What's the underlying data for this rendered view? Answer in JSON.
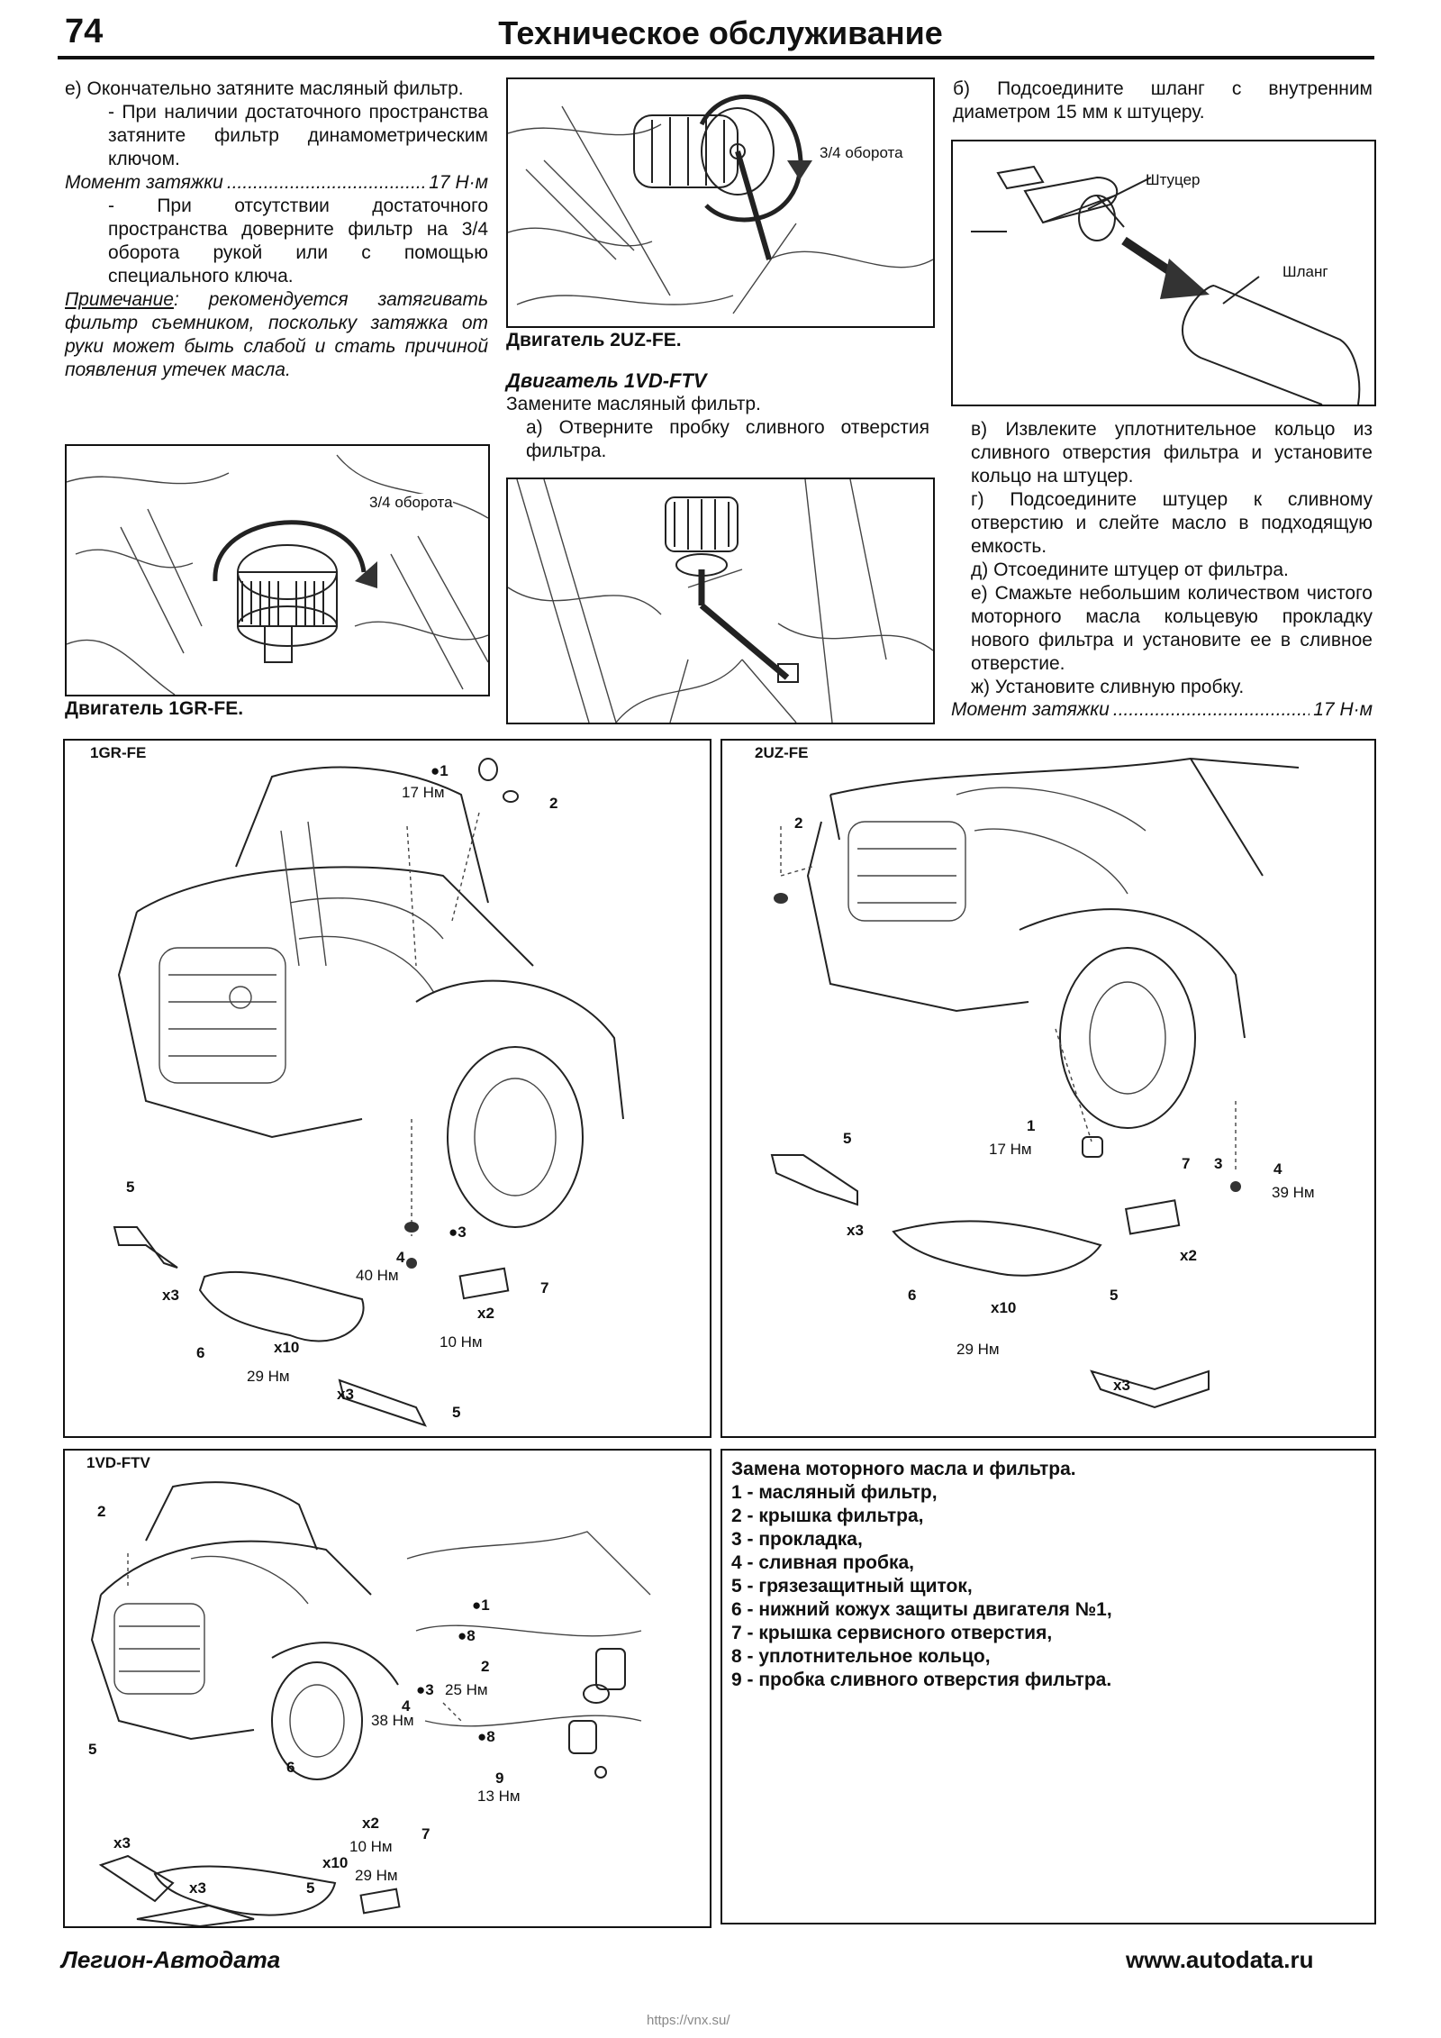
{
  "header": {
    "page_number": "74",
    "title": "Техническое обслуживание"
  },
  "left_column": {
    "step_e": "е) Окончательно затяните масляный фильтр.",
    "sub1": "- При наличии достаточного пространства затяните фильтр динамометрическим ключом.",
    "torque1_label": "Момент затяжки",
    "torque1_value": "17 Н·м",
    "sub2": "- При отсутствии достаточного пространства доверните фильтр на 3/4 оборота рукой или с помощью специального ключа.",
    "note_label": "Примечание",
    "note_text": ": рекомендуется затягивать фильтр съемником, поскольку затяжка от руки может быть слабой и стать причиной появления утечек масла.",
    "fig_label": "3/4 оборота",
    "fig_caption": "Двигатель 1GR-FE."
  },
  "middle_column": {
    "fig_label": "3/4 оборота",
    "fig_caption": "Двигатель 2UZ-FE.",
    "section_title": "Двигатель 1VD-FTV",
    "intro": "Замените масляный фильтр.",
    "step_a": "а) Отверните пробку сливного отверстия фильтра."
  },
  "right_column": {
    "step_b": "б) Подсоедините шланг с внутренним диаметром 15 мм к штуцеру.",
    "fig_label_fitting": "Штуцер",
    "fig_label_hose": "Шланг",
    "step_v": "в) Извлеките уплотнительное кольцо из сливного отверстия фильтра и установите кольцо на штуцер.",
    "step_g": "г) Подсоедините штуцер к сливному отверстию и слейте масло в подходящую емкость.",
    "step_d": "д) Отсоедините штуцер от фильтра.",
    "step_e": "е) Смажьте небольшим количеством чистого моторного масла кольцевую прокладку нового фильтра и установите ее в сливное отверстие.",
    "step_zh": "ж) Установите сливную пробку.",
    "torque_label": "Момент затяжки",
    "torque_value": "17 Н·м"
  },
  "diagram_1gr": {
    "title": "1GR-FE",
    "labels": {
      "p1": "●1",
      "t17": "17 Нм",
      "p2": "2",
      "p3": "●3",
      "p4": "4",
      "t40": "40 Нм",
      "p5a": "5",
      "x3a": "x3",
      "p6": "6",
      "x10": "x10",
      "t29": "29 Нм",
      "p7": "7",
      "x2": "x2",
      "t10": "10 Нм",
      "x3b": "x3",
      "p5b": "5"
    }
  },
  "diagram_2uz": {
    "title": "2UZ-FE",
    "labels": {
      "p2": "2",
      "p1": "1",
      "t17": "17 Нм",
      "p7": "7",
      "p3": "3",
      "p4": "4",
      "t39": "39 Нм",
      "x2": "x2",
      "p5a": "5",
      "x3a": "x3",
      "p6": "6",
      "x10": "x10",
      "t29": "29 Нм",
      "p5b": "5",
      "x3b": "x3"
    }
  },
  "diagram_1vd": {
    "title": "1VD-FTV",
    "labels": {
      "p2a": "2",
      "p1": "●1",
      "p8a": "●8",
      "p2b": "2",
      "p3": "●3",
      "t25": "25 Нм",
      "p4": "4",
      "t38": "38 Нм",
      "p8b": "●8",
      "p9": "9",
      "t13": "13 Нм",
      "p5a": "5",
      "p6": "6",
      "x3a": "x3",
      "x2": "x2",
      "t10": "10 Нм",
      "p7": "7",
      "x10": "x10",
      "t29": "29 Нм",
      "x3b": "x3",
      "p5b": "5"
    }
  },
  "legend": {
    "title": "Замена моторного масла и фильтра.",
    "items": [
      "1 - масляный фильтр,",
      "2 - крышка фильтра,",
      "3 - прокладка,",
      "4 - сливная пробка,",
      "5 - грязезащитный щиток,",
      "6 - нижний кожух защиты двигателя №1,",
      "7 - крышка сервисного отверстия,",
      "8 - уплотнительное кольцо,",
      "9 - пробка сливного отверстия фильтра."
    ]
  },
  "footer": {
    "publisher": "Легион-Автодата",
    "website": "www.autodata.ru",
    "source": "https://vnx.su/"
  }
}
